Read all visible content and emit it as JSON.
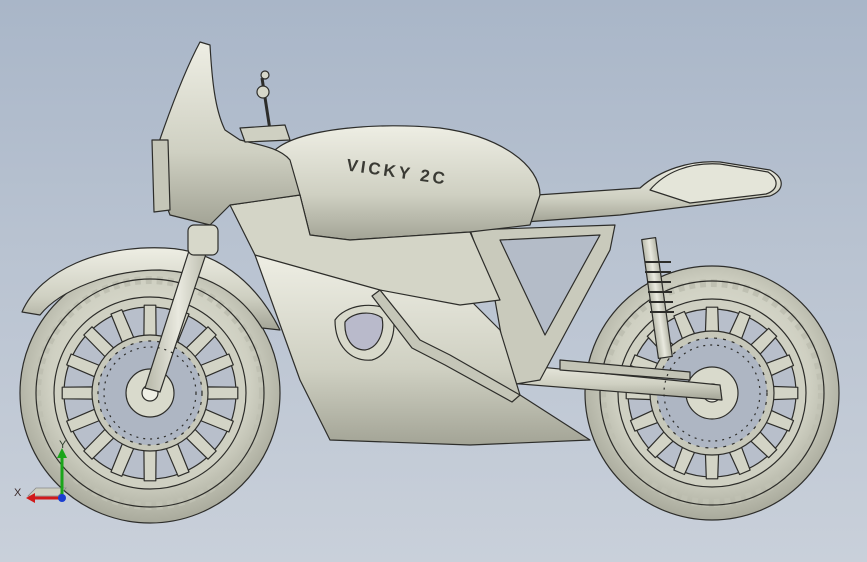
{
  "model": {
    "tank_label": "VICKY 2C"
  },
  "triad": {
    "x_label": "X",
    "y_label": "Y"
  },
  "colors": {
    "background_top": "#a9b6c8",
    "background_bottom": "#c9d0da",
    "body_fill": "#d6d7c9",
    "edge": "#2d2d2a",
    "x_axis": "#d11a1a",
    "y_axis": "#1aa51a",
    "z_axis": "#1a3ed1"
  }
}
